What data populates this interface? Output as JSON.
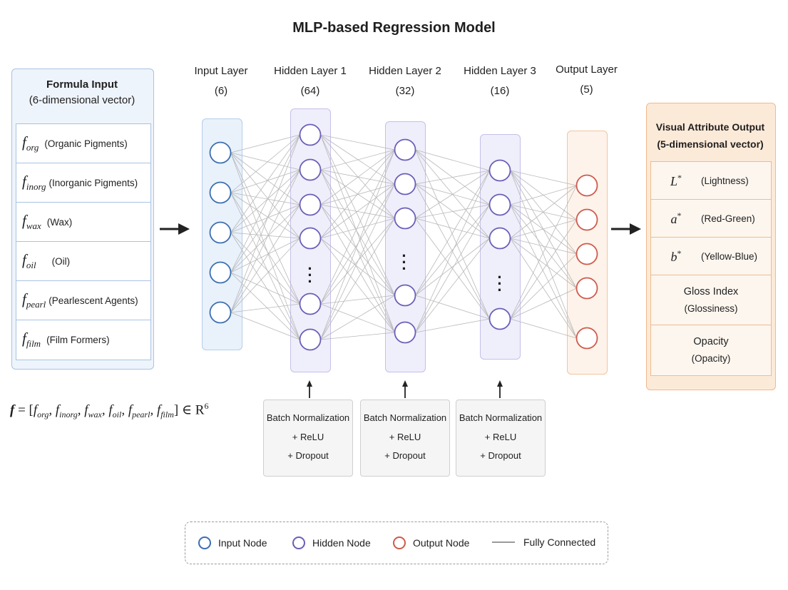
{
  "title": "MLP-based Regression Model",
  "formula_input": {
    "title": "Formula Input",
    "subtitle": "(6-dimensional vector)",
    "items": [
      {
        "symbol": "f",
        "sub": "org",
        "label": "(Organic Pigments)"
      },
      {
        "symbol": "f",
        "sub": "inorg",
        "label": "(Inorganic Pigments)"
      },
      {
        "symbol": "f",
        "sub": "wax",
        "label": "(Wax)"
      },
      {
        "symbol": "f",
        "sub": "oil",
        "label": "(Oil)"
      },
      {
        "symbol": "f",
        "sub": "pearl",
        "label": "(Pearlescent Agents)"
      },
      {
        "symbol": "f",
        "sub": "film",
        "label": "(Film Formers)"
      }
    ]
  },
  "formula": {
    "lhs": "f",
    "eq": " = [",
    "terms": [
      "org",
      "inorg",
      "wax",
      "oil",
      "pearl",
      "film"
    ],
    "close": "] ∈ R",
    "power": "6"
  },
  "layers": [
    {
      "name": "Input Layer",
      "size": "(6)"
    },
    {
      "name": "Hidden Layer 1",
      "size": "(64)"
    },
    {
      "name": "Hidden Layer 2",
      "size": "(32)"
    },
    {
      "name": "Hidden Layer 3",
      "size": "(16)"
    },
    {
      "name": "Output Layer",
      "size": "(5)"
    }
  ],
  "batch_norm": {
    "line1": "Batch Normalization",
    "line2": "+ ReLU",
    "line3": "+ Dropout"
  },
  "visual_output": {
    "title": "Visual Attribute Output",
    "subtitle": "(5-dimensional vector)",
    "items": [
      {
        "symbol": "L",
        "sup": "*",
        "label": "(Lightness)"
      },
      {
        "symbol": "a",
        "sup": "*",
        "label": "(Red-Green)"
      },
      {
        "symbol": "b",
        "sup": "*",
        "label": "(Yellow-Blue)"
      }
    ],
    "gloss": {
      "title": "Gloss Index",
      "sub": "(Glossiness)"
    },
    "opacity": {
      "title": "Opacity",
      "sub": "(Opacity)"
    }
  },
  "legend": {
    "input_node": "Input Node",
    "hidden_node": "Hidden Node",
    "output_node": "Output Node",
    "fully_connected": "Fully Connected"
  },
  "colors": {
    "input": "#3b6fb0",
    "hidden": "#6a5fb8",
    "output": "#cf5a4c",
    "connection": "#b8b8b8"
  }
}
